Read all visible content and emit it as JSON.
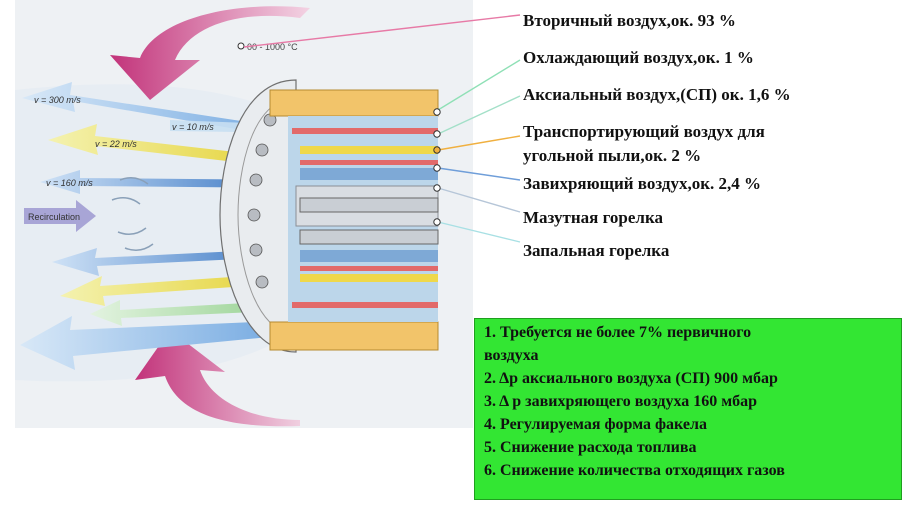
{
  "diagram": {
    "temp_label": "00 - 1000 °C",
    "speed_labels": [
      "v = 300 m/s",
      "v = 10 m/s",
      "v = 22 m/s",
      "v = 160 m/s"
    ],
    "recirculation": "Recirculation",
    "colors": {
      "magenta": "#c2337a",
      "air_blue": "#7fb3e8",
      "yellow": "#e0d84a",
      "green": "#a9d9a0",
      "housing": "#f2c46a",
      "notes_bg": "#33e633"
    }
  },
  "labels": [
    "Вторичный воздух,ок. 93 %",
    "Охлаждающий воздух,ок. 1 %",
    "Аксиальный воздух,(СП) ок. 1,6 %",
    "Транспортирующий воздух для",
    "угольной пыли,ок. 2 %",
    "Завихряющий воздух,ок. 2,4 %",
    "Мазутная горелка",
    "Запальная горелка"
  ],
  "notes": [
    "1. Требуется не более 7% первичного",
    " воздуха",
    "2. Δр аксиального воздуха (СП)  900 мбар",
    "3. Δ р завихряющего воздуха 160 мбар",
    "4. Регулируемая форма факела",
    "5. Снижение расхода топлива",
    "6. Снижение количества отходящих газов"
  ]
}
